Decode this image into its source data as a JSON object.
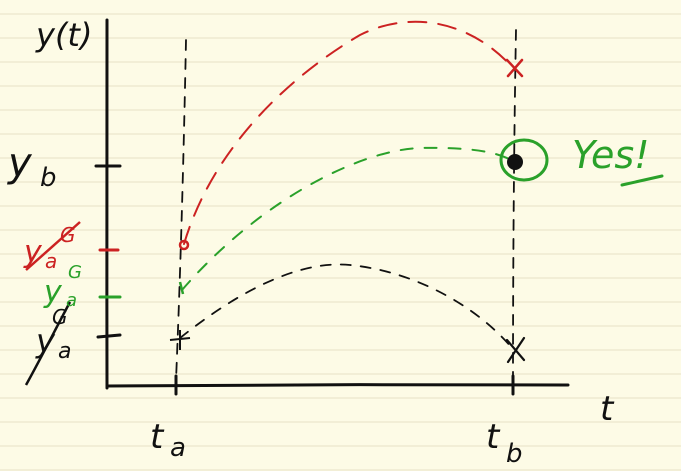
{
  "paper": {
    "background": "#fdfbe6",
    "rule_color": "#e7e2c6"
  },
  "colors": {
    "ink": "#111111",
    "red": "#cc2222",
    "green": "#2aa12a"
  },
  "labels": {
    "y_axis": "y(t)",
    "x_axis": "t",
    "y_b": "y",
    "y_b_sub": "b",
    "y_a_red": "y",
    "y_a_red_sub": "a",
    "y_a_red_sup": "G",
    "y_a_green": "y",
    "y_a_green_sub": "a",
    "y_a_green_sup": "G",
    "y_a_black": "y",
    "y_a_black_sub": "a",
    "y_a_black_sup": "G",
    "t_a": "t",
    "t_a_sub": "a",
    "t_b": "t",
    "t_b_sub": "b",
    "annotation": "Yes!"
  },
  "marks": {
    "red_end": "cross",
    "green_end": "circled-dot",
    "black_end": "cross"
  }
}
